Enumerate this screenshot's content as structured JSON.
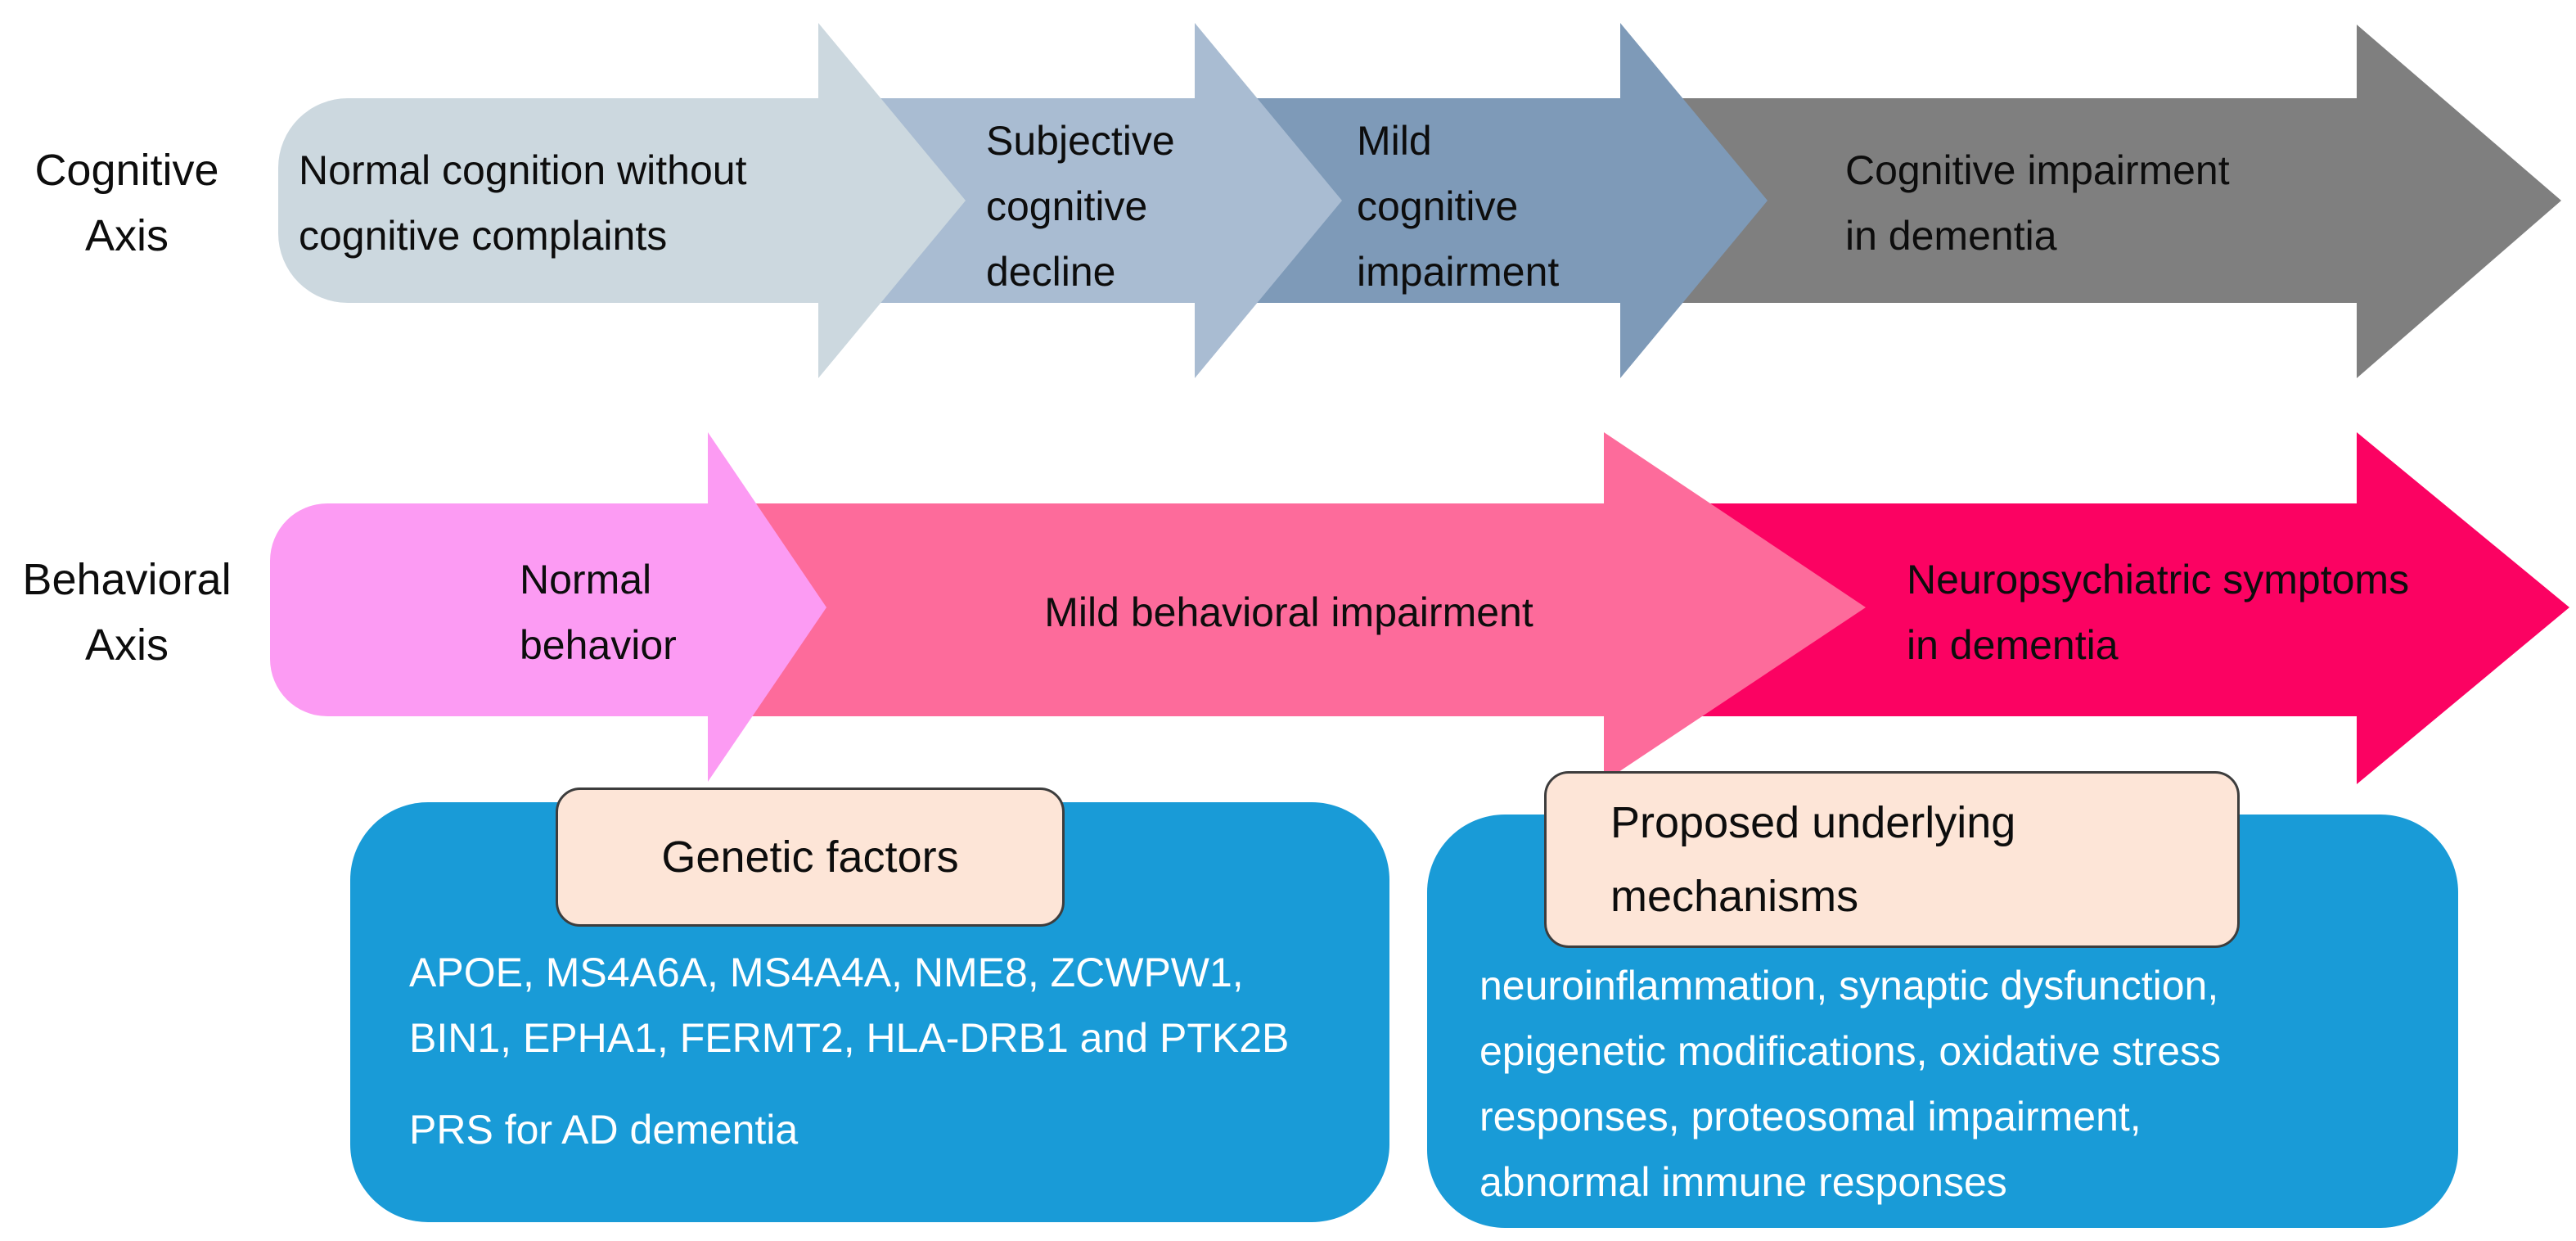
{
  "figure": {
    "cognitive_axis": {
      "axis_label_lines": [
        "Cognitive",
        "Axis"
      ],
      "stages": [
        {
          "label": "Normal cognition without cognitive complaints",
          "lines": [
            "Normal cognition without",
            "cognitive complaints"
          ],
          "color": "#CCD8DF"
        },
        {
          "label": "Subjective cognitive decline",
          "lines": [
            "Subjective",
            "cognitive",
            "decline"
          ],
          "color": "#A9BCD2"
        },
        {
          "label": "Mild cognitive impairment",
          "lines": [
            "Mild",
            "cognitive",
            "impairment"
          ],
          "color": "#7E9AB8"
        },
        {
          "label": "Cognitive impairment in dementia",
          "lines": [
            "Cognitive impairment",
            "in dementia"
          ],
          "color": "#7F7F7F"
        }
      ]
    },
    "behavioral_axis": {
      "axis_label_lines": [
        "Behavioral",
        "Axis"
      ],
      "stages": [
        {
          "label": "Normal behavior",
          "lines": [
            "Normal",
            "behavior"
          ],
          "color": "#FC9BF3"
        },
        {
          "label": "Mild behavioral impairment",
          "lines": [
            "Mild behavioral impairment"
          ],
          "color": "#FD6B9B"
        },
        {
          "label": "Neuropsychiatric symptoms in dementia",
          "lines": [
            "Neuropsychiatric symptoms",
            "in dementia"
          ],
          "color": "#FB0262"
        }
      ]
    },
    "callouts": {
      "genetic": {
        "tab_label": "Genetic factors",
        "gene_lines": [
          "APOE, MS4A6A, MS4A4A, NME8, ZCWPW1,",
          "BIN1, EPHA1, FERMT2, HLA-DRB1 and PTK2B"
        ],
        "prs_line": "PRS for AD dementia",
        "box_color": "#199BD7",
        "tab_color": "#FDE5D7"
      },
      "mechanisms": {
        "tab_label_lines": [
          "Proposed underlying",
          "mechanisms"
        ],
        "body_lines": [
          "neuroinflammation, synaptic dysfunction,",
          "epigenetic modifications, oxidative stress",
          "responses, proteosomal impairment,",
          "abnormal immune responses"
        ],
        "box_color": "#199BD7",
        "tab_color": "#FDE5D7"
      }
    }
  }
}
